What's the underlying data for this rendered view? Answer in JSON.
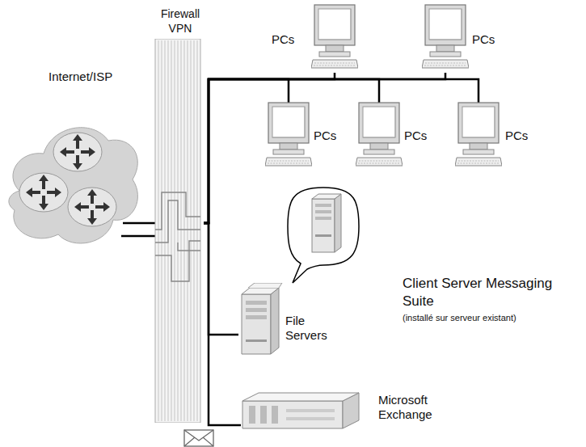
{
  "diagram": {
    "nodes": [
      {
        "text": [
          "Internet/ISP"
        ]
      },
      {
        "text": [
          "Firewall VPN"
        ]
      },
      {
        "text": [
          "PCs"
        ]
      },
      {
        "text": [
          "PCs"
        ]
      },
      {
        "text": [
          "PCs"
        ]
      },
      {
        "text": [
          "PCs"
        ]
      },
      {
        "text": [
          "PCs"
        ]
      },
      {
        "text": [
          "File Servers"
        ]
      },
      {
        "text": [
          "Microsoft Exchange"
        ]
      }
    ],
    "edges": [
      {
        "from": 0,
        "to": 1,
        "arrow": "none"
      },
      {
        "from": 1,
        "to": 2,
        "arrow": "none"
      },
      {
        "from": 1,
        "to": 3,
        "arrow": "none"
      },
      {
        "from": 1,
        "to": 4,
        "arrow": "none"
      },
      {
        "from": 1,
        "to": 5,
        "arrow": "none"
      },
      {
        "from": 1,
        "to": 6,
        "arrow": "none"
      },
      {
        "from": 1,
        "to": 7,
        "arrow": "none"
      },
      {
        "from": 1,
        "to": 8,
        "arrow": "none"
      }
    ],
    "labels": [
      "Client Server Messaging Suite",
      "(installé sur serveur existant)"
    ]
  }
}
